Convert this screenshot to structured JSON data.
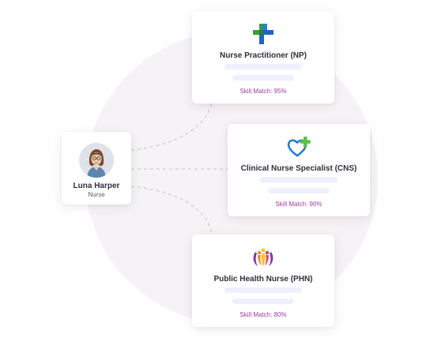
{
  "person": {
    "name": "Luna Harper",
    "role": "Nurse"
  },
  "roles": [
    {
      "title": "Nurse Practitioner (NP)",
      "skill_match": "Skill Match: 95%",
      "icon": "medical-cross-icon"
    },
    {
      "title": "Clinical Nurse Specialist (CNS)",
      "skill_match": "Skill Match: 90%",
      "icon": "heart-plus-icon"
    },
    {
      "title": "Public Health Nurse (PHN)",
      "skill_match": "Skill Match: 80%",
      "icon": "community-people-icon"
    }
  ],
  "colors": {
    "background_blob": "#f6f3f6",
    "connector": "#d9cfd9",
    "title_text": "#2f2f3b",
    "skill_text": "#9b3e9b",
    "placeholder_bar": "#eef0fb",
    "cross_green": "#3a9a45",
    "cross_blue": "#1f63c6",
    "heart_blue": "#1f7fc9",
    "plus_green": "#5cbf47",
    "people_purple": "#7b3aa8",
    "people_orange": "#f08a2a",
    "people_yellow": "#f4c531",
    "people_red": "#e4435b"
  }
}
